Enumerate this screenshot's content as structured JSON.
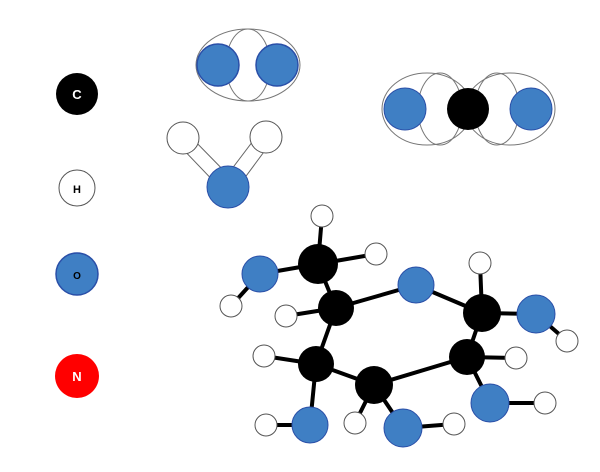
{
  "legend": [
    {
      "symbol": "C",
      "color": "#000000",
      "text_color": "#ffffff"
    },
    {
      "symbol": "H",
      "color": "#ffffff",
      "text_color": "#000000"
    },
    {
      "symbol": "O",
      "color": "#3f7fc4",
      "text_color": "#000000"
    },
    {
      "symbol": "N",
      "color": "#ff0000",
      "text_color": "#ffffff"
    }
  ],
  "colors": {
    "carbon": "#000000",
    "hydrogen": "#ffffff",
    "oxygen": "#3f7fc4",
    "nitrogen": "#ff0000",
    "stroke": "#555555"
  }
}
